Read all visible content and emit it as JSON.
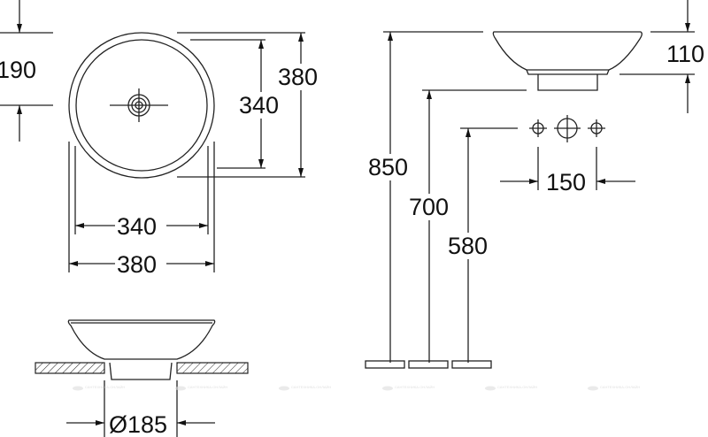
{
  "drawing": {
    "top_view": {
      "dims": {
        "radius": "190",
        "outer_height": "380",
        "inner_height": "340",
        "inner_width": "340",
        "outer_width": "380"
      }
    },
    "section_view": {
      "dims": {
        "foot_diameter": "Ø185"
      }
    },
    "elevation_view": {
      "dims": {
        "bowl_height": "110",
        "rim_height": "850",
        "base_height": "700",
        "tap_height": "580",
        "tap_spacing": "150"
      }
    },
    "watermark": "САНТЕХНИКА-ОНЛАЙН"
  }
}
